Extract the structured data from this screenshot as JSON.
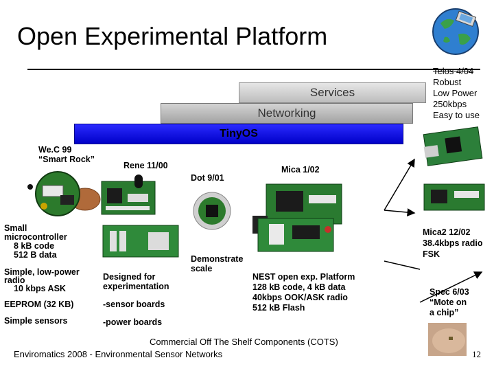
{
  "slide": {
    "title": "Open Experimental Platform",
    "stack": {
      "services": "Services",
      "networking": "Networking",
      "tinyos": "TinyOS"
    },
    "platforms": {
      "wec": [
        "We.C 99",
        "“Smart Rock”"
      ],
      "rene": "Rene 11/00",
      "dot": "Dot 9/01",
      "mica": "Mica 1/02",
      "telos": [
        "Telos 4/04",
        "Robust",
        "Low Power",
        "250kbps",
        "Easy to use"
      ],
      "mica2": [
        "Mica2 12/02",
        "38.4kbps radio",
        "FSK"
      ],
      "spec": [
        "Spec 6/03",
        "“Mote on",
        "a chip”"
      ]
    },
    "wec_features": [
      "Small",
      "microcontroller",
      "8 kB code",
      "512 B data"
    ],
    "left_features": [
      "Simple, low-power",
      "radio",
      "10 kbps ASK"
    ],
    "eeprom": "EEPROM (32 KB)",
    "sensors": "Simple sensors",
    "rene_features": [
      "Designed for",
      "experimentation"
    ],
    "sensor_boards": "-sensor boards",
    "power_boards": "-power boards",
    "dot_features": [
      "Demonstrate",
      "scale"
    ],
    "mica_features": [
      "NEST open exp. Platform",
      "128 kB code, 4 kB data",
      "40kbps OOK/ASK radio",
      "512 kB Flash"
    ],
    "cots": "Commercial Off The Shelf Components (COTS)",
    "footer_left": "Enviromatics 2008 - Environmental Sensor Networks",
    "page_number": "12"
  }
}
